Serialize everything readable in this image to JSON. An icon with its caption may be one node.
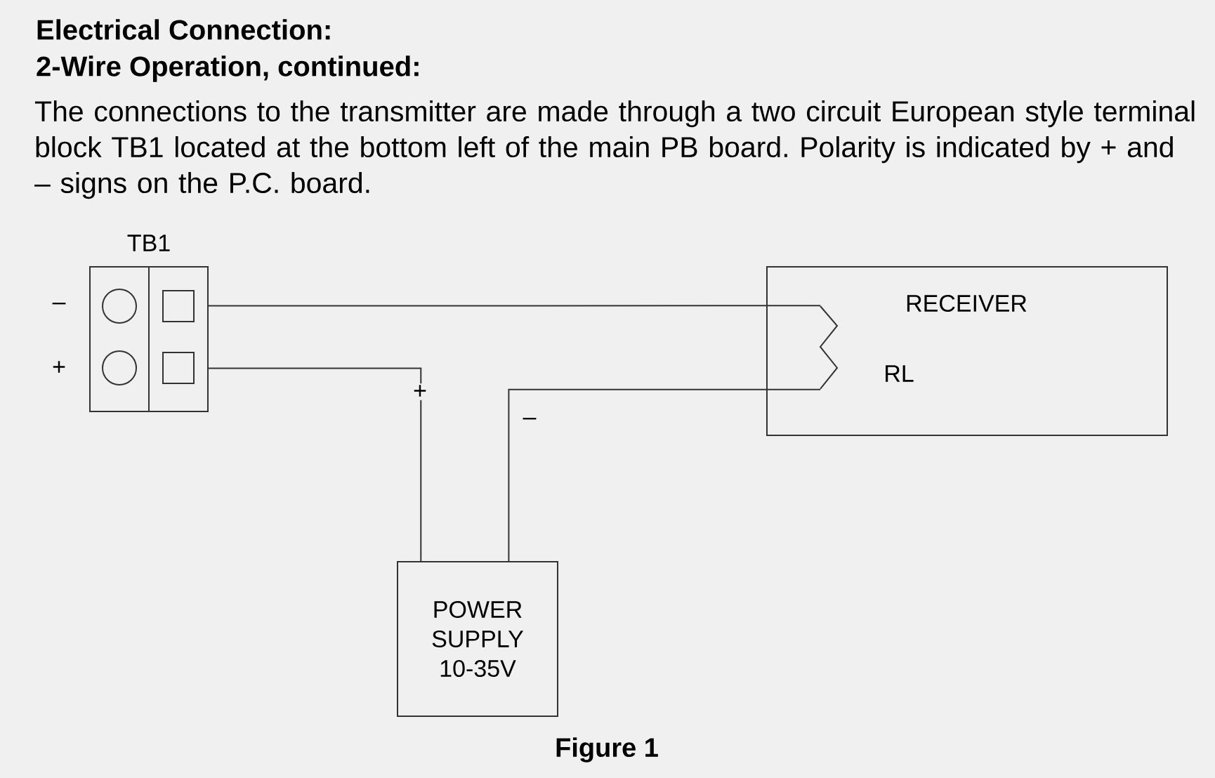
{
  "diagram": {
    "title": "Electrical Connection:",
    "caption": "Figure 1",
    "nodes": [
      {
        "text": [
          "TB1"
        ],
        "beside": [
          "–",
          "+"
        ]
      },
      {
        "text": [
          "RECEIVER"
        ]
      },
      {
        "text": [
          "RL"
        ],
        "in": 1
      },
      {
        "text": [
          "POWER SUPPLY 10-35V"
        ]
      }
    ],
    "edges": [
      {
        "from": 0,
        "to": 2,
        "arrow": "none"
      },
      {
        "from": 0,
        "to": 3,
        "arrow": "none",
        "label": "+"
      },
      {
        "from": 3,
        "to": 2,
        "arrow": "none",
        "label": "–"
      }
    ],
    "labels": [
      "2-Wire Operation, continued:",
      "The connections to the transmitter are made through a two circuit European style terminal block TB1 located at the bottom left of the main PB board. Polarity is indicated by + and – signs on the P.C. board."
    ]
  }
}
